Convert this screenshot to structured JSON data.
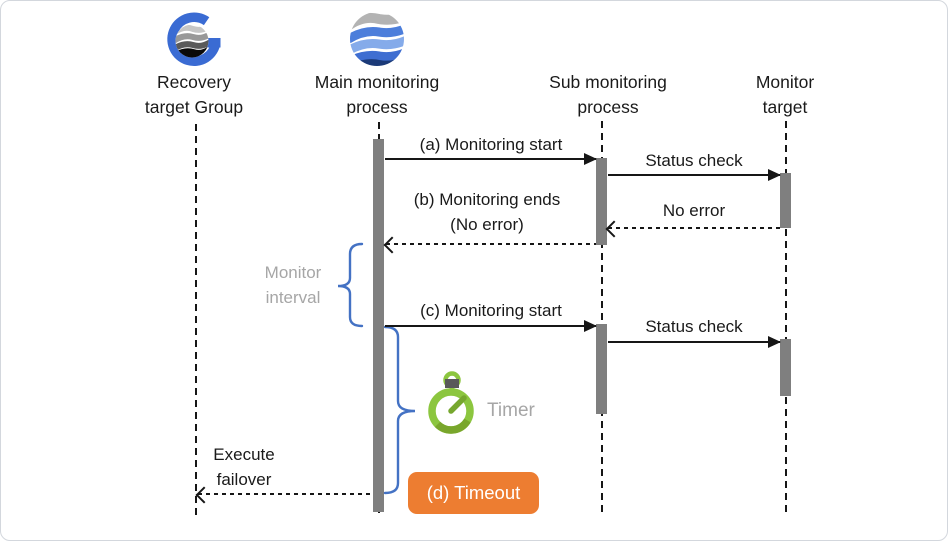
{
  "participants": [
    {
      "title_line1": "Recovery",
      "title_line2": "target Group",
      "icon": "recovery-group-logo"
    },
    {
      "title_line1": "Main monitoring",
      "title_line2": "process",
      "icon": "cluster-waves-logo"
    },
    {
      "title_line1": "Sub monitoring",
      "title_line2": "process"
    },
    {
      "title_line1": "Monitor",
      "title_line2": "target"
    }
  ],
  "messages": [
    {
      "label": "(a) Monitoring start",
      "style": "solid",
      "direction": "right",
      "from": "main-monitoring-process",
      "to": "sub-monitoring-process"
    },
    {
      "label": "Status check",
      "style": "solid",
      "direction": "right",
      "from": "sub-monitoring-process",
      "to": "monitor-target"
    },
    {
      "label": "No error",
      "style": "dashed",
      "direction": "left",
      "from": "monitor-target",
      "to": "sub-monitoring-process"
    },
    {
      "label": "(b) Monitoring ends",
      "label_line2": "(No error)",
      "style": "dashed",
      "direction": "left",
      "from": "sub-monitoring-process",
      "to": "main-monitoring-process"
    },
    {
      "label": "(c) Monitoring start",
      "style": "solid",
      "direction": "right",
      "from": "main-monitoring-process",
      "to": "sub-monitoring-process"
    },
    {
      "label": "Status check",
      "style": "solid",
      "direction": "right",
      "from": "sub-monitoring-process",
      "to": "monitor-target"
    },
    {
      "label": "Execute",
      "label_line2": "failover",
      "style": "dashed",
      "direction": "left",
      "from": "main-monitoring-process",
      "to": "recovery-target-group"
    }
  ],
  "annotations": {
    "monitor_interval": {
      "line1": "Monitor",
      "line2": "interval"
    },
    "timer": {
      "label": "Timer"
    },
    "timeout": {
      "label": "(d) Timeout"
    }
  },
  "colors": {
    "activation_bar": "#7F7F7F",
    "brace_blue": "#4472C4",
    "timeout_orange": "#ED7D31",
    "timer_green": "#8CC63F",
    "timer_green_dark": "#79A62C",
    "muted_text": "#A6A6A6",
    "logo_blue": "#3A6BD3",
    "logo_navy": "#1B3A78",
    "line_black": "#161616"
  }
}
